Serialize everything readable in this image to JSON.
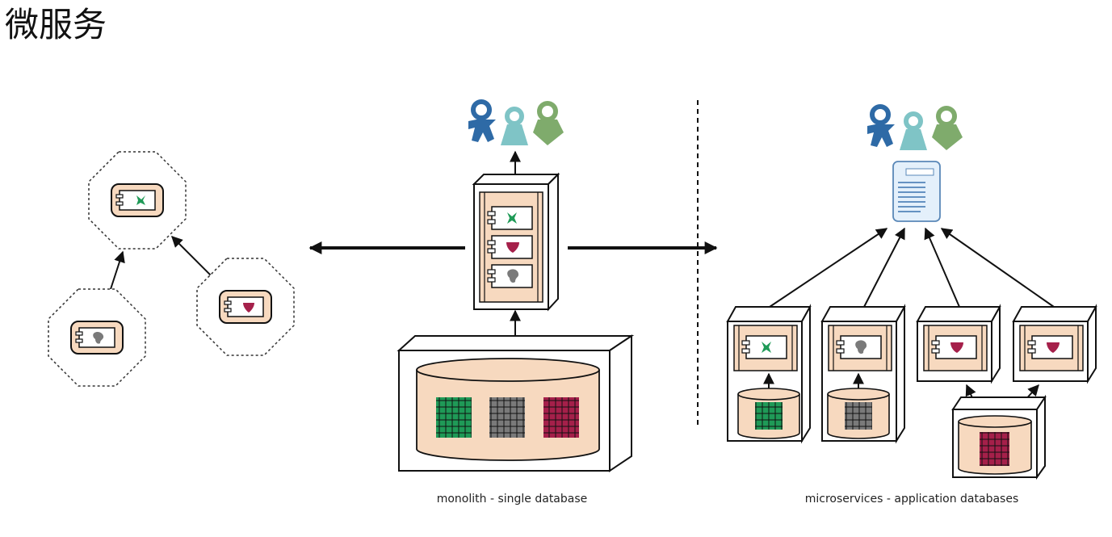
{
  "page": {
    "title": "微服务"
  },
  "captions": {
    "monolith": "monolith - single database",
    "microservices": "microservices - application databases"
  },
  "colors": {
    "component_fill": "#f7d9bf",
    "box_fill": "#ffffff",
    "outline": "#111111",
    "green": "#1f9a57",
    "crimson": "#a5204a",
    "gray": "#7a7a7a",
    "user_dark_blue": "#2e6aa6",
    "user_teal": "#7fc4c6",
    "user_green": "#7fab6c",
    "gateway_fill": "#e4f0fb",
    "gateway_stroke": "#5a88b8"
  },
  "icons": {
    "users": [
      "user-dark-blue-icon",
      "user-teal-icon",
      "user-green-icon"
    ],
    "component_marks": [
      "green-cross-icon",
      "crimson-heart-icon",
      "gray-blob-icon"
    ],
    "data_grids": [
      "green-data-grid-icon",
      "gray-data-grid-icon",
      "crimson-data-grid-icon"
    ]
  }
}
